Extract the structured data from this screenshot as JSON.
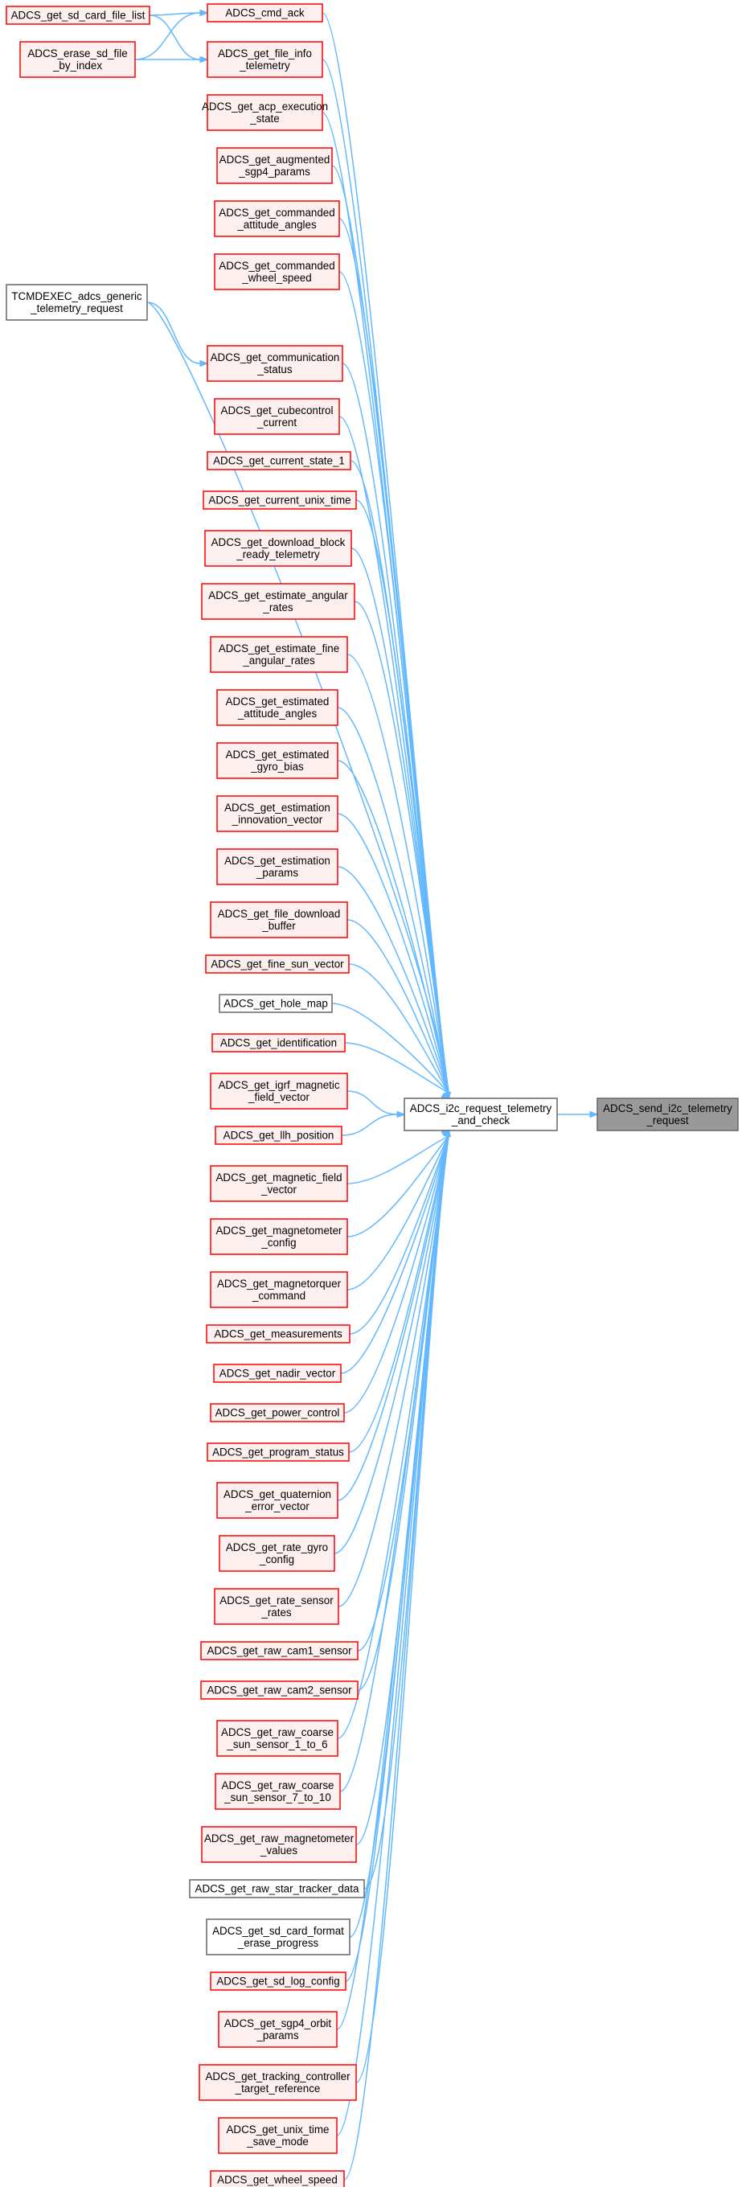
{
  "diagram": {
    "type": "call-graph",
    "colors": {
      "edge": "#63b8ff",
      "caller_fill": "#fff0f0",
      "caller_border": "#ff0000",
      "plain_fill": "#ffffff",
      "plain_border": "#666666",
      "root_fill": "#999999",
      "root_border": "#666666"
    },
    "nodes": [
      {
        "id": "sd_card_file_list",
        "lines": [
          "ADCS_get_sd_card_file_list"
        ],
        "style": "caller",
        "interactable": true
      },
      {
        "id": "erase_sd_file",
        "lines": [
          "ADCS_erase_sd_file",
          "_by_index"
        ],
        "style": "caller",
        "interactable": true
      },
      {
        "id": "cmd_ack",
        "lines": [
          "ADCS_cmd_ack"
        ],
        "style": "caller",
        "interactable": true
      },
      {
        "id": "file_info",
        "lines": [
          "ADCS_get_file_info",
          "_telemetry"
        ],
        "style": "caller",
        "interactable": true
      },
      {
        "id": "acp_execution",
        "lines": [
          "ADCS_get_acp_execution",
          "_state"
        ],
        "style": "caller",
        "interactable": true
      },
      {
        "id": "augmented_sgp4",
        "lines": [
          "ADCS_get_augmented",
          "_sgp4_params"
        ],
        "style": "caller",
        "interactable": true
      },
      {
        "id": "commanded_attitude",
        "lines": [
          "ADCS_get_commanded",
          "_attitude_angles"
        ],
        "style": "caller",
        "interactable": true
      },
      {
        "id": "commanded_wheel",
        "lines": [
          "ADCS_get_commanded",
          "_wheel_speed"
        ],
        "style": "caller",
        "interactable": true
      },
      {
        "id": "tcmdexec",
        "lines": [
          "TCMDEXEC_adcs_generic",
          "_telemetry_request"
        ],
        "style": "plain",
        "interactable": true
      },
      {
        "id": "communication_status",
        "lines": [
          "ADCS_get_communication",
          "_status"
        ],
        "style": "caller",
        "interactable": true
      },
      {
        "id": "cubecontrol_current",
        "lines": [
          "ADCS_get_cubecontrol",
          "_current"
        ],
        "style": "caller",
        "interactable": true
      },
      {
        "id": "current_state_1",
        "lines": [
          "ADCS_get_current_state_1"
        ],
        "style": "caller",
        "interactable": true
      },
      {
        "id": "current_unix_time",
        "lines": [
          "ADCS_get_current_unix_time"
        ],
        "style": "caller",
        "interactable": true
      },
      {
        "id": "download_block",
        "lines": [
          "ADCS_get_download_block",
          "_ready_telemetry"
        ],
        "style": "caller",
        "interactable": true
      },
      {
        "id": "estimate_angular",
        "lines": [
          "ADCS_get_estimate_angular",
          "_rates"
        ],
        "style": "caller",
        "interactable": true
      },
      {
        "id": "estimate_fine_angular",
        "lines": [
          "ADCS_get_estimate_fine",
          "_angular_rates"
        ],
        "style": "caller",
        "interactable": true
      },
      {
        "id": "estimated_attitude",
        "lines": [
          "ADCS_get_estimated",
          "_attitude_angles"
        ],
        "style": "caller",
        "interactable": true
      },
      {
        "id": "estimated_gyro",
        "lines": [
          "ADCS_get_estimated",
          "_gyro_bias"
        ],
        "style": "caller",
        "interactable": true
      },
      {
        "id": "estimation_innovation",
        "lines": [
          "ADCS_get_estimation",
          "_innovation_vector"
        ],
        "style": "caller",
        "interactable": true
      },
      {
        "id": "estimation_params",
        "lines": [
          "ADCS_get_estimation",
          "_params"
        ],
        "style": "caller",
        "interactable": true
      },
      {
        "id": "file_download_buffer",
        "lines": [
          "ADCS_get_file_download",
          "_buffer"
        ],
        "style": "caller",
        "interactable": true
      },
      {
        "id": "fine_sun_vector",
        "lines": [
          "ADCS_get_fine_sun_vector"
        ],
        "style": "caller",
        "interactable": true
      },
      {
        "id": "hole_map",
        "lines": [
          "ADCS_get_hole_map"
        ],
        "style": "plain",
        "interactable": true
      },
      {
        "id": "identification",
        "lines": [
          "ADCS_get_identification"
        ],
        "style": "caller",
        "interactable": true
      },
      {
        "id": "igrf_magnetic",
        "lines": [
          "ADCS_get_igrf_magnetic",
          "_field_vector"
        ],
        "style": "caller",
        "interactable": true
      },
      {
        "id": "llh_position",
        "lines": [
          "ADCS_get_llh_position"
        ],
        "style": "caller",
        "interactable": true
      },
      {
        "id": "magnetic_field",
        "lines": [
          "ADCS_get_magnetic_field",
          "_vector"
        ],
        "style": "caller",
        "interactable": true
      },
      {
        "id": "magnetometer_config",
        "lines": [
          "ADCS_get_magnetometer",
          "_config"
        ],
        "style": "caller",
        "interactable": true
      },
      {
        "id": "magnetorquer_command",
        "lines": [
          "ADCS_get_magnetorquer",
          "_command"
        ],
        "style": "caller",
        "interactable": true
      },
      {
        "id": "measurements",
        "lines": [
          "ADCS_get_measurements"
        ],
        "style": "caller",
        "interactable": true
      },
      {
        "id": "nadir_vector",
        "lines": [
          "ADCS_get_nadir_vector"
        ],
        "style": "caller",
        "interactable": true
      },
      {
        "id": "power_control",
        "lines": [
          "ADCS_get_power_control"
        ],
        "style": "caller",
        "interactable": true
      },
      {
        "id": "program_status",
        "lines": [
          "ADCS_get_program_status"
        ],
        "style": "caller",
        "interactable": true
      },
      {
        "id": "quaternion_error",
        "lines": [
          "ADCS_get_quaternion",
          "_error_vector"
        ],
        "style": "caller",
        "interactable": true
      },
      {
        "id": "rate_gyro",
        "lines": [
          "ADCS_get_rate_gyro",
          "_config"
        ],
        "style": "caller",
        "interactable": true
      },
      {
        "id": "rate_sensor",
        "lines": [
          "ADCS_get_rate_sensor",
          "_rates"
        ],
        "style": "caller",
        "interactable": true
      },
      {
        "id": "raw_cam1",
        "lines": [
          "ADCS_get_raw_cam1_sensor"
        ],
        "style": "caller",
        "interactable": true
      },
      {
        "id": "raw_cam2",
        "lines": [
          "ADCS_get_raw_cam2_sensor"
        ],
        "style": "caller",
        "interactable": true
      },
      {
        "id": "raw_coarse_1_6",
        "lines": [
          "ADCS_get_raw_coarse",
          "_sun_sensor_1_to_6"
        ],
        "style": "caller",
        "interactable": true
      },
      {
        "id": "raw_coarse_7_10",
        "lines": [
          "ADCS_get_raw_coarse",
          "_sun_sensor_7_to_10"
        ],
        "style": "caller",
        "interactable": true
      },
      {
        "id": "raw_magnetometer",
        "lines": [
          "ADCS_get_raw_magnetometer",
          "_values"
        ],
        "style": "caller",
        "interactable": true
      },
      {
        "id": "raw_star_tracker",
        "lines": [
          "ADCS_get_raw_star_tracker_data"
        ],
        "style": "plain",
        "interactable": true
      },
      {
        "id": "sd_card_format",
        "lines": [
          "ADCS_get_sd_card_format",
          "_erase_progress"
        ],
        "style": "plain",
        "interactable": true
      },
      {
        "id": "sd_log_config",
        "lines": [
          "ADCS_get_sd_log_config"
        ],
        "style": "caller",
        "interactable": true
      },
      {
        "id": "sgp4_orbit",
        "lines": [
          "ADCS_get_sgp4_orbit",
          "_params"
        ],
        "style": "caller",
        "interactable": true
      },
      {
        "id": "tracking_controller",
        "lines": [
          "ADCS_get_tracking_controller",
          "_target_reference"
        ],
        "style": "caller",
        "interactable": true
      },
      {
        "id": "unix_time_save",
        "lines": [
          "ADCS_get_unix_time",
          "_save_mode"
        ],
        "style": "caller",
        "interactable": true
      },
      {
        "id": "wheel_speed",
        "lines": [
          "ADCS_get_wheel_speed"
        ],
        "style": "caller",
        "interactable": true
      },
      {
        "id": "i2c_request",
        "lines": [
          "ADCS_i2c_request_telemetry",
          "_and_check"
        ],
        "style": "plain",
        "interactable": true
      },
      {
        "id": "send_i2c",
        "lines": [
          "ADCS_send_i2c_telemetry",
          "_request"
        ],
        "style": "root",
        "interactable": false
      }
    ],
    "edges": [
      {
        "from": "sd_card_file_list",
        "to": "cmd_ack"
      },
      {
        "from": "sd_card_file_list",
        "to": "file_info"
      },
      {
        "from": "erase_sd_file",
        "to": "cmd_ack"
      },
      {
        "from": "erase_sd_file",
        "to": "file_info"
      },
      {
        "from": "tcmdexec",
        "to": "communication_status"
      },
      {
        "from": "cmd_ack",
        "to": "i2c_request"
      },
      {
        "from": "file_info",
        "to": "i2c_request"
      },
      {
        "from": "acp_execution",
        "to": "i2c_request"
      },
      {
        "from": "augmented_sgp4",
        "to": "i2c_request"
      },
      {
        "from": "commanded_attitude",
        "to": "i2c_request"
      },
      {
        "from": "commanded_wheel",
        "to": "i2c_request"
      },
      {
        "from": "tcmdexec",
        "to": "i2c_request"
      },
      {
        "from": "communication_status",
        "to": "i2c_request"
      },
      {
        "from": "cubecontrol_current",
        "to": "i2c_request"
      },
      {
        "from": "current_state_1",
        "to": "i2c_request"
      },
      {
        "from": "current_unix_time",
        "to": "i2c_request"
      },
      {
        "from": "download_block",
        "to": "i2c_request"
      },
      {
        "from": "estimate_angular",
        "to": "i2c_request"
      },
      {
        "from": "estimate_fine_angular",
        "to": "i2c_request"
      },
      {
        "from": "estimated_attitude",
        "to": "i2c_request"
      },
      {
        "from": "estimated_gyro",
        "to": "i2c_request"
      },
      {
        "from": "estimation_innovation",
        "to": "i2c_request"
      },
      {
        "from": "estimation_params",
        "to": "i2c_request"
      },
      {
        "from": "file_download_buffer",
        "to": "i2c_request"
      },
      {
        "from": "fine_sun_vector",
        "to": "i2c_request"
      },
      {
        "from": "hole_map",
        "to": "i2c_request"
      },
      {
        "from": "identification",
        "to": "i2c_request"
      },
      {
        "from": "igrf_magnetic",
        "to": "i2c_request"
      },
      {
        "from": "llh_position",
        "to": "i2c_request"
      },
      {
        "from": "magnetic_field",
        "to": "i2c_request"
      },
      {
        "from": "magnetometer_config",
        "to": "i2c_request"
      },
      {
        "from": "magnetorquer_command",
        "to": "i2c_request"
      },
      {
        "from": "measurements",
        "to": "i2c_request"
      },
      {
        "from": "nadir_vector",
        "to": "i2c_request"
      },
      {
        "from": "power_control",
        "to": "i2c_request"
      },
      {
        "from": "program_status",
        "to": "i2c_request"
      },
      {
        "from": "quaternion_error",
        "to": "i2c_request"
      },
      {
        "from": "rate_gyro",
        "to": "i2c_request"
      },
      {
        "from": "rate_sensor",
        "to": "i2c_request"
      },
      {
        "from": "raw_cam1",
        "to": "i2c_request"
      },
      {
        "from": "raw_cam2",
        "to": "i2c_request"
      },
      {
        "from": "raw_coarse_1_6",
        "to": "i2c_request"
      },
      {
        "from": "raw_coarse_7_10",
        "to": "i2c_request"
      },
      {
        "from": "raw_magnetometer",
        "to": "i2c_request"
      },
      {
        "from": "raw_star_tracker",
        "to": "i2c_request"
      },
      {
        "from": "sd_card_format",
        "to": "i2c_request"
      },
      {
        "from": "sd_log_config",
        "to": "i2c_request"
      },
      {
        "from": "sgp4_orbit",
        "to": "i2c_request"
      },
      {
        "from": "tracking_controller",
        "to": "i2c_request"
      },
      {
        "from": "unix_time_save",
        "to": "i2c_request"
      },
      {
        "from": "wheel_speed",
        "to": "i2c_request"
      },
      {
        "from": "i2c_request",
        "to": "send_i2c"
      }
    ]
  }
}
